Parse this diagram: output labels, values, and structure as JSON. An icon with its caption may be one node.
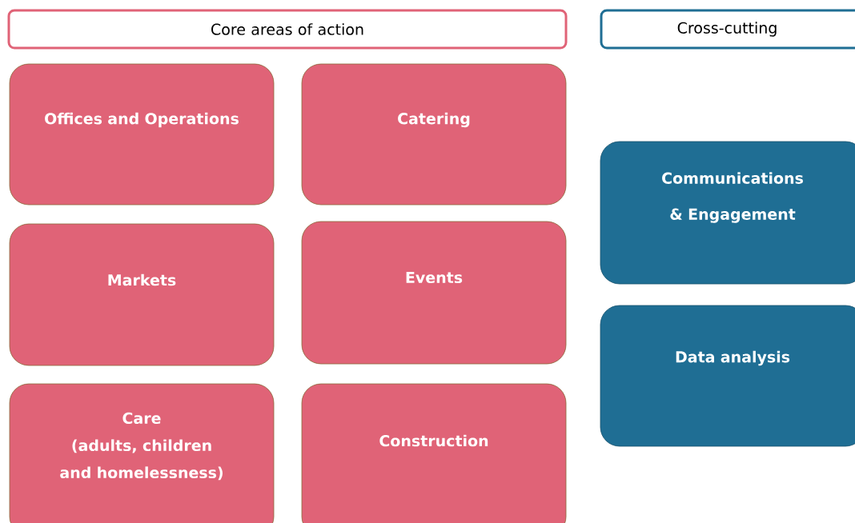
{
  "diagram": {
    "nodes": [
      {
        "text": [
          "Core areas of action"
        ]
      },
      {
        "text": [
          "Cross-cutting"
        ]
      },
      {
        "text": [
          "Offices and Operations"
        ]
      },
      {
        "text": [
          "Catering"
        ]
      },
      {
        "text": [
          "Markets"
        ]
      },
      {
        "text": [
          "Events"
        ]
      },
      {
        "text": [
          "Care",
          "(adults, children and homelessness)"
        ]
      },
      {
        "text": [
          "Construction"
        ]
      },
      {
        "text": [
          "Communications & Engagement"
        ]
      },
      {
        "text": [
          "Data analysis"
        ]
      }
    ]
  }
}
